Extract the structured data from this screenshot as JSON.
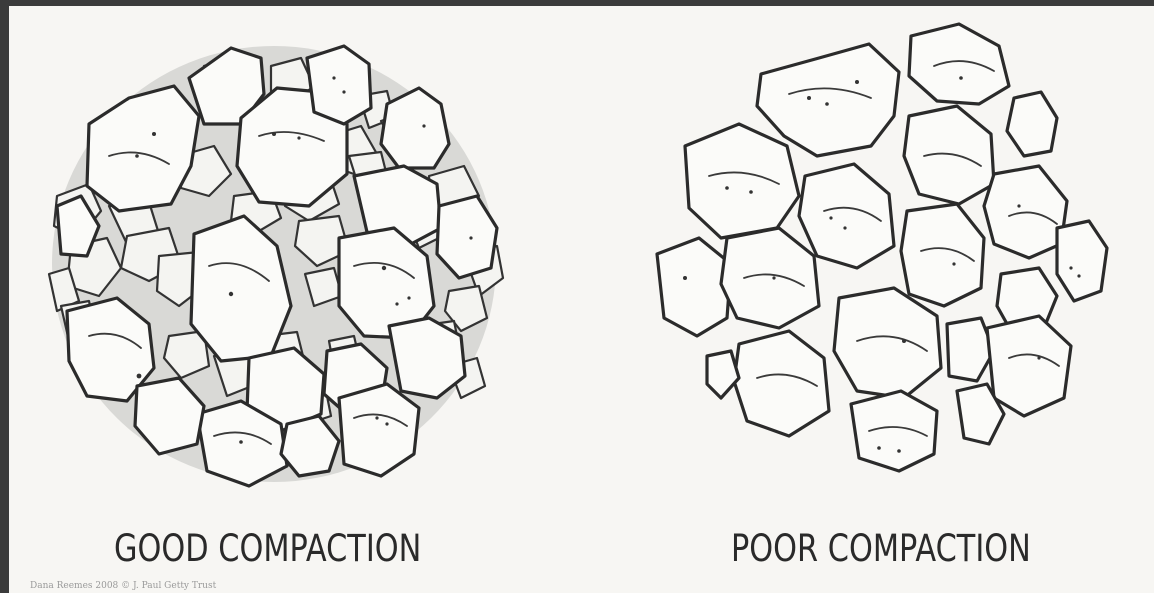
{
  "labels": {
    "good": "GOOD COMPACTION",
    "poor": "POOR COMPACTION"
  },
  "credit": "Dana Reemes 2008 © J. Paul Getty Trust"
}
